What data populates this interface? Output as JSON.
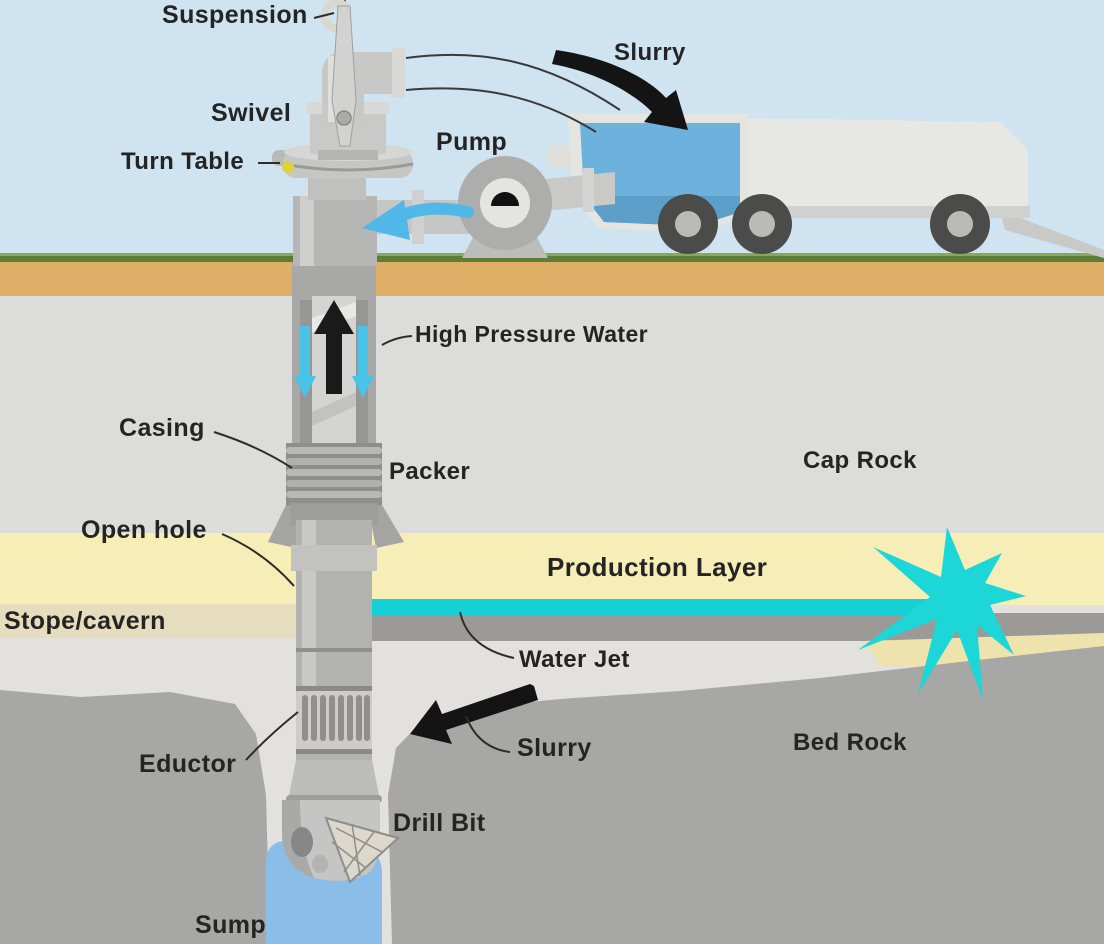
{
  "diagram": {
    "labels": {
      "suspension": "Suspension",
      "slurry_top": "Slurry",
      "swivel": "Swivel",
      "turn_table": "Turn Table",
      "pump": "Pump",
      "high_pressure_water": "High Pressure Water",
      "casing": "Casing",
      "packer": "Packer",
      "cap_rock": "Cap Rock",
      "open_hole": "Open hole",
      "production_layer": "Production Layer",
      "stope_cavern": "Stope/cavern",
      "water_jet": "Water Jet",
      "slurry_bottom": "Slurry",
      "eductor": "Eductor",
      "bed_rock": "Bed Rock",
      "drill_bit": "Drill Bit",
      "sump": "Sump"
    },
    "colors": {
      "sky": "#d0e3f1",
      "grass": "#5e7c35",
      "soil": "#e0af67",
      "cap_rock": "#dcdcda",
      "production_layer": "#f6eeb6",
      "stope_band": "#e5ddbd",
      "cavern": "#e2e1dd",
      "bed_rock": "#a7a7a5",
      "jet_cyan": "#15d0d4",
      "sump_water": "#8abde8",
      "tank_water": "#6db2dc",
      "flow_arrow_blue": "#49c3e8",
      "flow_arrow_black": "#1a1a1a",
      "pipe_gray": "#b6b6b4",
      "text": "#242424"
    }
  }
}
